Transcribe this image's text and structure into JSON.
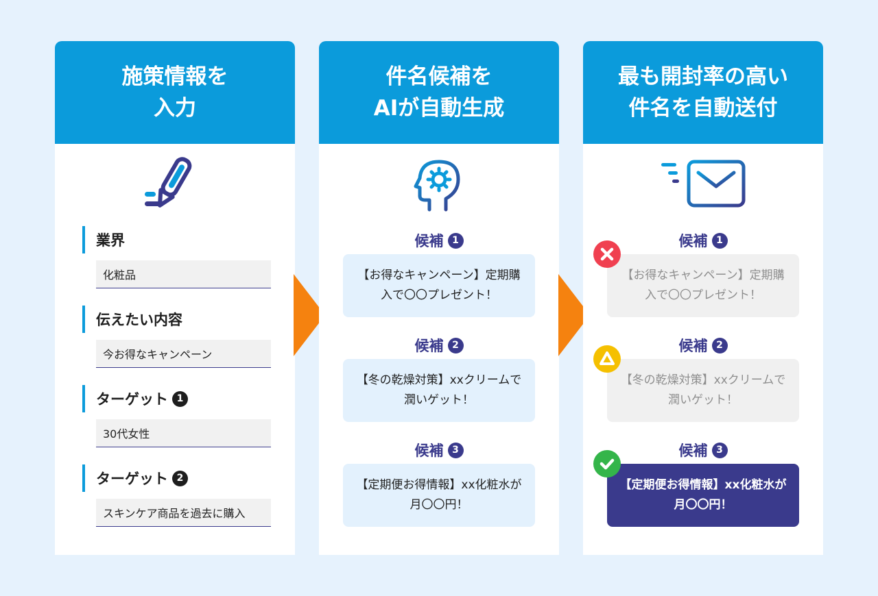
{
  "columns": [
    {
      "title_lines": [
        "施策情報を",
        "入力"
      ]
    },
    {
      "title_lines": [
        "件名候補を",
        "AIが自動生成"
      ]
    },
    {
      "title_lines": [
        "最も開封率の高い",
        "件名を自動送付"
      ]
    }
  ],
  "input_fields": [
    {
      "label": "業界",
      "badge": "",
      "value": "化粧品"
    },
    {
      "label": "伝えたい内容",
      "badge": "",
      "value": "今お得なキャンペーン"
    },
    {
      "label": "ターゲット",
      "badge": "1",
      "value": "30代女性"
    },
    {
      "label": "ターゲット",
      "badge": "2",
      "value": "スキンケア商品を過去に購入"
    }
  ],
  "candidate_label": "候補",
  "candidates": [
    {
      "num": "1",
      "text": "【お得なキャンペーン】定期購入で〇〇プレゼント！",
      "result": "x"
    },
    {
      "num": "2",
      "text": "【冬の乾燥対策】xxクリームで潤いゲット！",
      "result": "triangle"
    },
    {
      "num": "3",
      "text": "【定期便お得情報】xx化粧水が月〇〇円！",
      "result": "check"
    }
  ],
  "icons": [
    "pencil-icon",
    "ai-head-icon",
    "mail-send-icon",
    "arrow-right-icon",
    "cross-mark-icon",
    "triangle-mark-icon",
    "check-mark-icon"
  ],
  "colors": {
    "background": "#e6f2fd",
    "header": "#0b9bdb",
    "navy": "#3a3a8c",
    "arrow": "#f5820f",
    "cross": "#f04050",
    "triangle": "#f5c000",
    "check": "#34b54a"
  }
}
